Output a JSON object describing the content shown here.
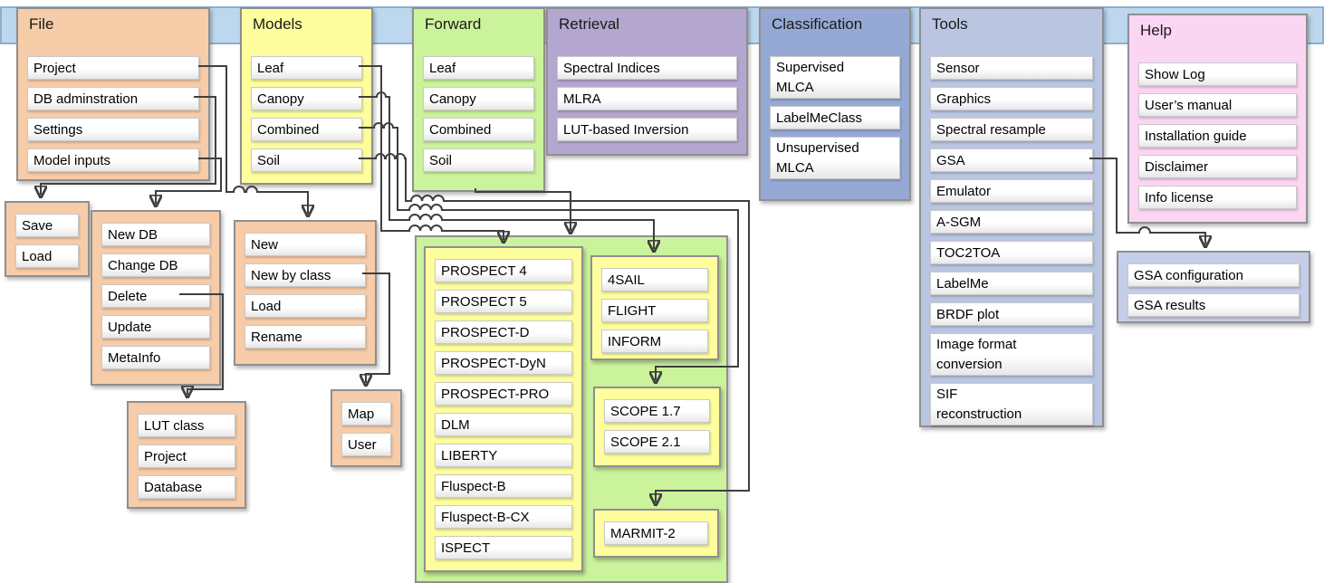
{
  "menus": {
    "file": {
      "title": "File",
      "items": [
        "Project",
        "DB adminstration",
        "Settings",
        "Model inputs"
      ]
    },
    "models": {
      "title": "Models",
      "items": [
        "Leaf",
        "Canopy",
        "Combined",
        "Soil"
      ]
    },
    "forward": {
      "title": "Forward",
      "items": [
        "Leaf",
        "Canopy",
        "Combined",
        "Soil"
      ]
    },
    "retrieval": {
      "title": "Retrieval",
      "items": [
        "Spectral Indices",
        "MLRA",
        "LUT-based Inversion"
      ]
    },
    "classification": {
      "title": "Classification",
      "items": [
        "Supervised\nMLCA",
        "LabelMeClass",
        "Unsupervised\nMLCA"
      ]
    },
    "tools": {
      "title": "Tools",
      "items": [
        "Sensor",
        "Graphics",
        "Spectral resample",
        "GSA",
        "Emulator",
        "A-SGM",
        "TOC2TOA",
        "LabelMe",
        "BRDF plot",
        "Image format\nconversion",
        "SIF\nreconstruction"
      ]
    },
    "help": {
      "title": "Help",
      "items": [
        "Show Log",
        "User’s manual",
        "Installation guide",
        "Disclaimer",
        "Info license"
      ]
    }
  },
  "submenus": {
    "project_save_load": {
      "items": [
        "Save",
        "Load"
      ]
    },
    "db_administration": {
      "items": [
        "New DB",
        "Change DB",
        "Delete",
        "Update",
        "MetaInfo"
      ]
    },
    "project_ops": {
      "items": [
        "New",
        "New by class",
        "Load",
        "Rename"
      ]
    },
    "lut_class": {
      "items": [
        "LUT class",
        "Project",
        "Database"
      ]
    },
    "map_user": {
      "items": [
        "Map",
        "User"
      ]
    },
    "leaf_models": {
      "items": [
        "PROSPECT 4",
        "PROSPECT 5",
        "PROSPECT-D",
        "PROSPECT-DyN",
        "PROSPECT-PRO",
        "DLM",
        "LIBERTY",
        "Fluspect-B",
        "Fluspect-B-CX",
        "ISPECT"
      ]
    },
    "canopy_models": {
      "items": [
        "4SAIL",
        "FLIGHT",
        "INFORM"
      ]
    },
    "combined_models": {
      "items": [
        "SCOPE 1.7",
        "SCOPE 2.1"
      ]
    },
    "soil_models": {
      "items": [
        "MARMIT-2"
      ]
    },
    "gsa_tools": {
      "items": [
        "GSA configuration",
        "GSA results"
      ]
    }
  },
  "colors": {
    "top_bar": "#BDD7EE",
    "file_orange": "#F6CCA9",
    "models_yellow": "#FEFE9E",
    "forward_green": "#CBF39C",
    "retrieval_purple": "#B4A7CF",
    "classification_blue": "#96A9D4",
    "tools_blue": "#BAC5E2",
    "help_pink": "#FBD6F2",
    "gsa_blue": "#C5CEE8",
    "connector": "#3F3F3F"
  }
}
